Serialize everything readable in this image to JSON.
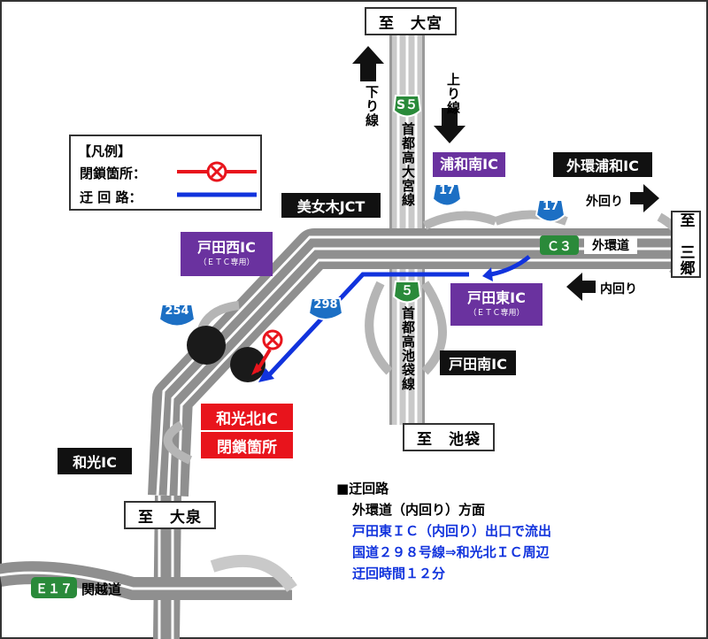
{
  "colors": {
    "closure_red": "#e8141c",
    "detour_blue": "#1133dd",
    "ic_purple": "#6a329f",
    "route_green": "#2a8a3a",
    "road_gray": "#8f8f8f"
  },
  "destinations": {
    "north": "至　大宮",
    "south": "至　池袋",
    "southwest": "至　大泉",
    "east": "至　三郷"
  },
  "directions": {
    "kudari": "下り線",
    "nobori": "上り線",
    "sotomawari": "外回り",
    "uchimawari": "内回り"
  },
  "routes": {
    "s5": "S５",
    "omiya_line": "首都高大宮線",
    "r5": "５",
    "ikebukuro_line": "首都高池袋線",
    "c3": "Ｃ３",
    "gaikando": "外環道",
    "n17_a": "17",
    "n17_b": "17",
    "n298": "298",
    "n254": "254",
    "e17": "Ｅ１７",
    "kanetsu": "関越道"
  },
  "interchanges": {
    "urawaminami": "浦和南IC",
    "gaikan_urawa": "外環浦和IC",
    "bijogi_jct": "美女木JCT",
    "todanishi": "戸田西IC",
    "todanishi_sub": "（ＥＴＣ専用）",
    "todahigashi": "戸田東IC",
    "todahigashi_sub": "（ＥＴＣ専用）",
    "todaminami": "戸田南IC",
    "wakokita": "和光北IC",
    "closure_label": "閉鎖箇所",
    "wako": "和光IC"
  },
  "legend": {
    "title": "【凡例】",
    "closure": "閉鎖箇所：",
    "detour": "迂 回 路："
  },
  "detour_note": {
    "heading": "■迂回路",
    "direction": "外環道（内回り）方面",
    "line1": "戸田東ＩＣ（内回り）出口で流出",
    "line2": "国道２９８号線⇒和光北ＩＣ周辺",
    "line3": "迂回時間１２分"
  }
}
